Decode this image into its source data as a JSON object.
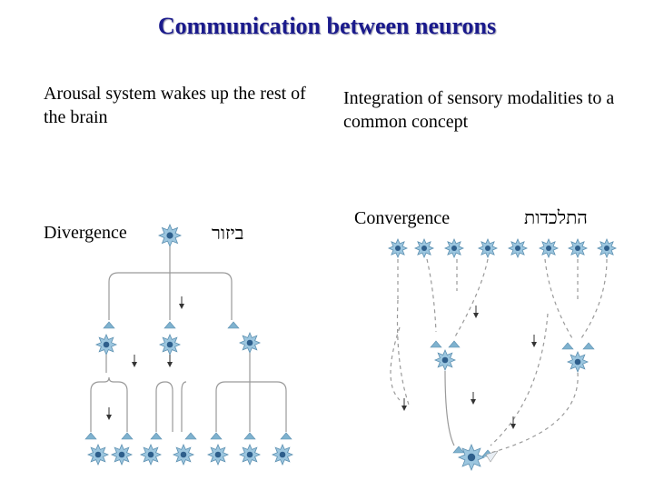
{
  "title": "Communication between neurons",
  "left": {
    "caption": "Arousal system wakes up the rest of the brain",
    "label_en": "Divergence",
    "label_he": "ביזור"
  },
  "right": {
    "caption": "Integration of sensory modalities to a common concept",
    "label_en": "Convergence",
    "label_he": "התלכדות"
  },
  "colors": {
    "title": "#1a1a8c",
    "neuron_fill": "#9cc6df",
    "neuron_nucleus": "#2e5f8c",
    "terminal": "#7fb2cf",
    "axon": "#9a9a9a"
  }
}
